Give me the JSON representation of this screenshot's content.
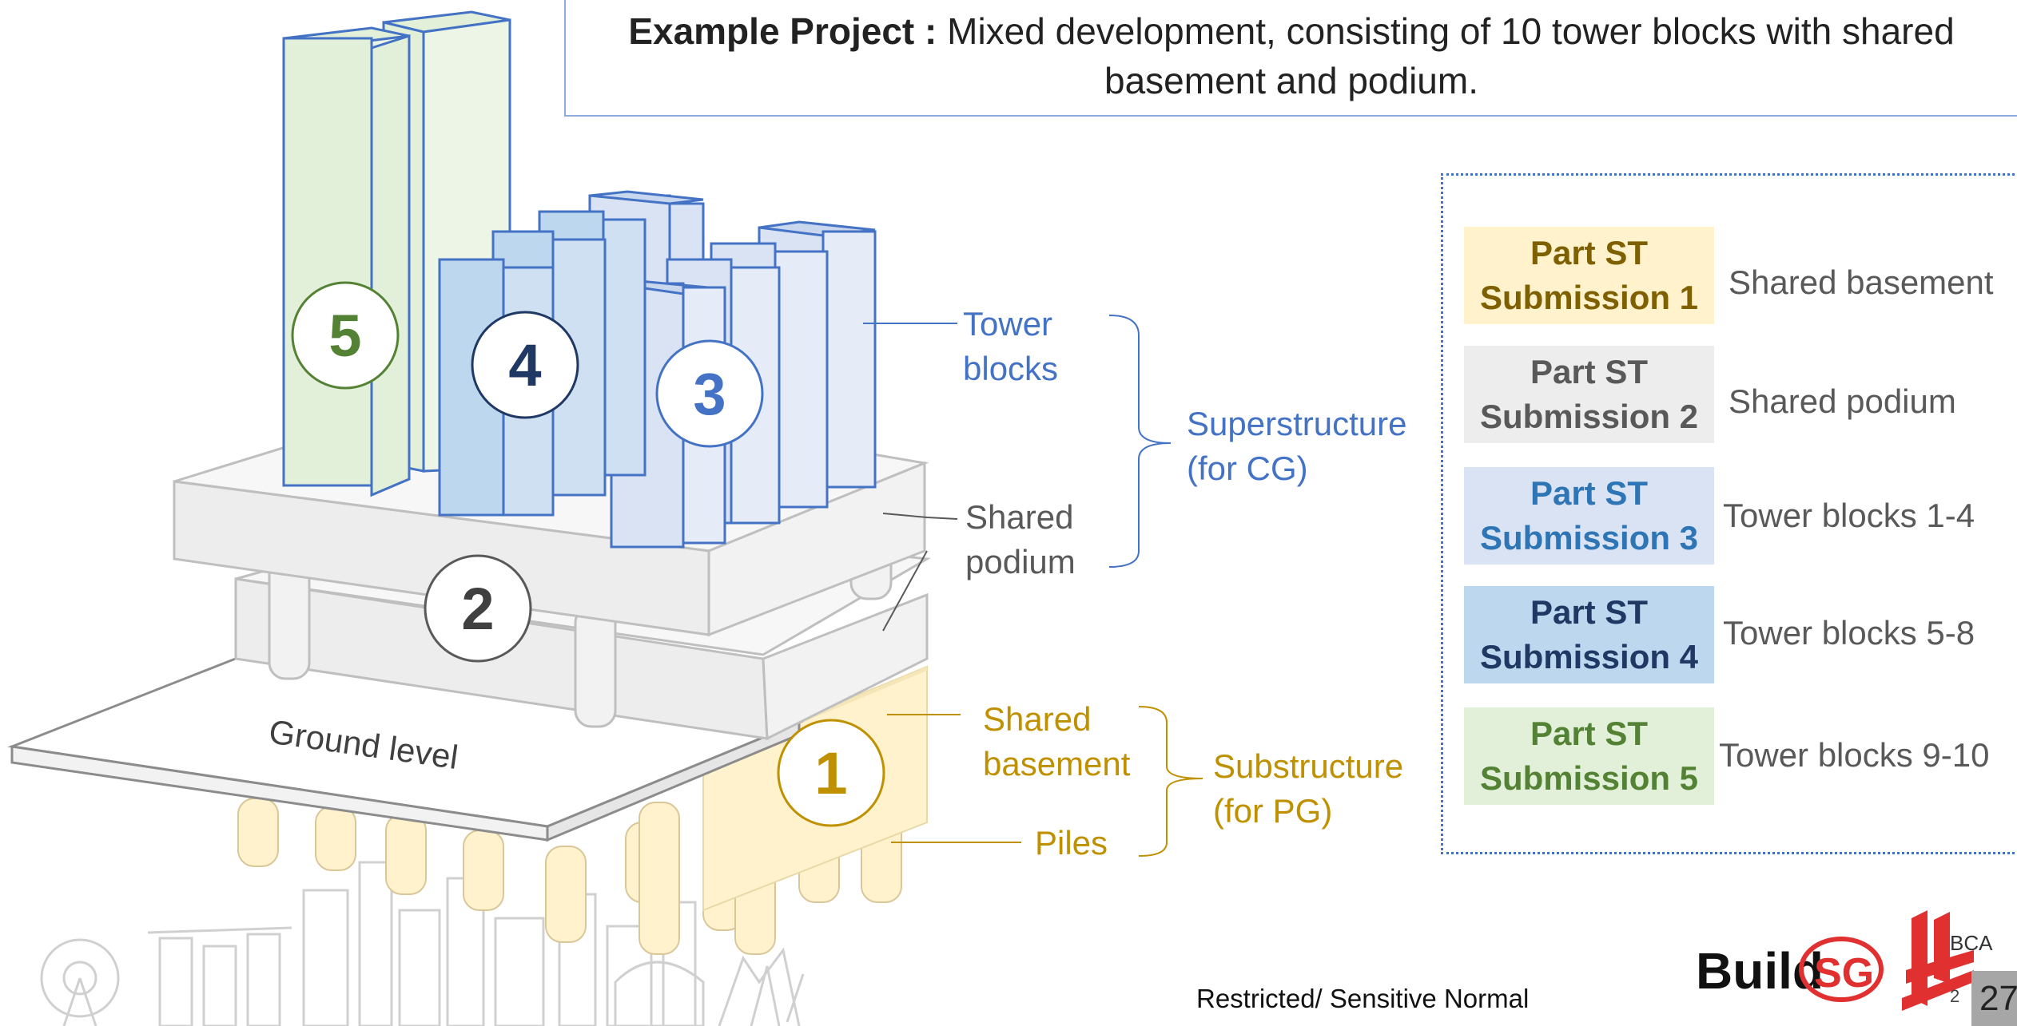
{
  "title": {
    "bold": "Example Project :",
    "text": " Mixed development, consisting of 10 tower blocks with shared basement and podium."
  },
  "diagram": {
    "numbers": [
      "1",
      "2",
      "3",
      "4",
      "5"
    ],
    "ground_label": "Ground level",
    "labels": {
      "tower_blocks": [
        "Tower",
        "blocks"
      ],
      "shared_podium": [
        "Shared",
        "podium"
      ],
      "shared_basement": [
        "Shared",
        "basement"
      ],
      "piles": "Piles",
      "superstructure": [
        "Superstructure",
        "(for CG)"
      ],
      "substructure": [
        "Substructure",
        "(for PG)"
      ]
    }
  },
  "submissions": [
    {
      "line1": "Part ST",
      "line2": "Submission 1",
      "desc": "Shared basement",
      "bg": "#fff2cc",
      "fg": "#7f6000"
    },
    {
      "line1": "Part ST",
      "line2": "Submission 2",
      "desc": "Shared podium",
      "bg": "#ededed",
      "fg": "#595959"
    },
    {
      "line1": "Part ST",
      "line2": "Submission 3",
      "desc": "Tower blocks 1-4",
      "bg": "#dae3f3",
      "fg": "#2e75b6"
    },
    {
      "line1": "Part ST",
      "line2": "Submission 4",
      "desc": "Tower blocks 5-8",
      "bg": "#bdd7ee",
      "fg": "#1f3864"
    },
    {
      "line1": "Part ST",
      "line2": "Submission 5",
      "desc": "Tower blocks 9-10",
      "bg": "#e2f0d9",
      "fg": "#548235"
    }
  ],
  "footer": {
    "classification": "Restricted/ Sensitive Normal",
    "logo_buildsg": "BuildSG",
    "logo_bca": "BCA",
    "page_small": "2",
    "page_number": "27"
  },
  "colors": {
    "superstructure": "#4472c4",
    "substructure": "#bf9000",
    "podium": "#595959",
    "tower_green": "#e2f0d9",
    "tower_blue": "#bdd7ee",
    "tower_lightblue": "#dae3f3"
  }
}
